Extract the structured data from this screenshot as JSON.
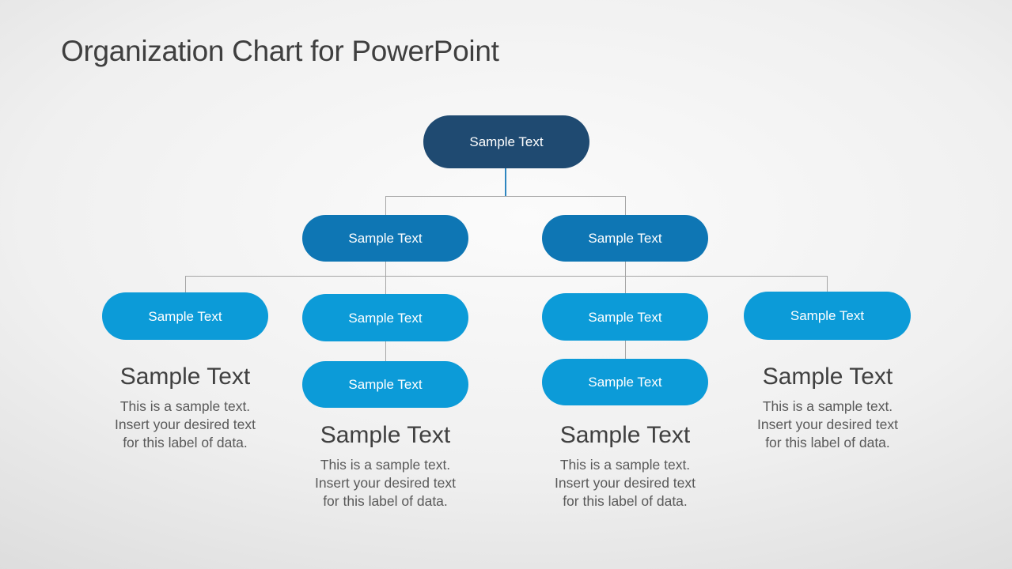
{
  "slide": {
    "title": "Organization Chart for PowerPoint"
  },
  "org_chart": {
    "type": "organization-tree",
    "root": {
      "label": "Sample Text"
    },
    "level2": [
      {
        "label": "Sample Text"
      },
      {
        "label": "Sample Text"
      }
    ],
    "level3": [
      {
        "label": "Sample Text"
      },
      {
        "label": "Sample Text"
      },
      {
        "label": "Sample Text"
      },
      {
        "label": "Sample Text"
      }
    ],
    "level4": [
      {
        "label": "Sample Text"
      },
      {
        "label": "Sample Text"
      }
    ],
    "captions": [
      {
        "heading": "Sample Text",
        "lines": [
          "This is a sample text.",
          "Insert your desired text",
          "for this label of data."
        ]
      },
      {
        "heading": "Sample Text",
        "lines": [
          "This is a sample text.",
          "Insert your desired text",
          "for this label of data."
        ]
      },
      {
        "heading": "Sample Text",
        "lines": [
          "This is a sample text.",
          "Insert your desired text",
          "for this label of data."
        ]
      },
      {
        "heading": "Sample Text",
        "lines": [
          "This is a sample text.",
          "Insert your desired text",
          "for this label of data."
        ]
      }
    ]
  },
  "colors": {
    "background_light": "#fbfbfb",
    "background_dark": "#d9d9d9",
    "level1": "#1F4A71",
    "level2": "#0E76B4",
    "level3": "#0C9BD8",
    "node_text": "#FFFFFF",
    "connector": "#A6A6A6",
    "connector_accent": "#2E86C0",
    "title_text": "#3F3F3F",
    "heading_text": "#404040",
    "body_text": "#595959"
  }
}
